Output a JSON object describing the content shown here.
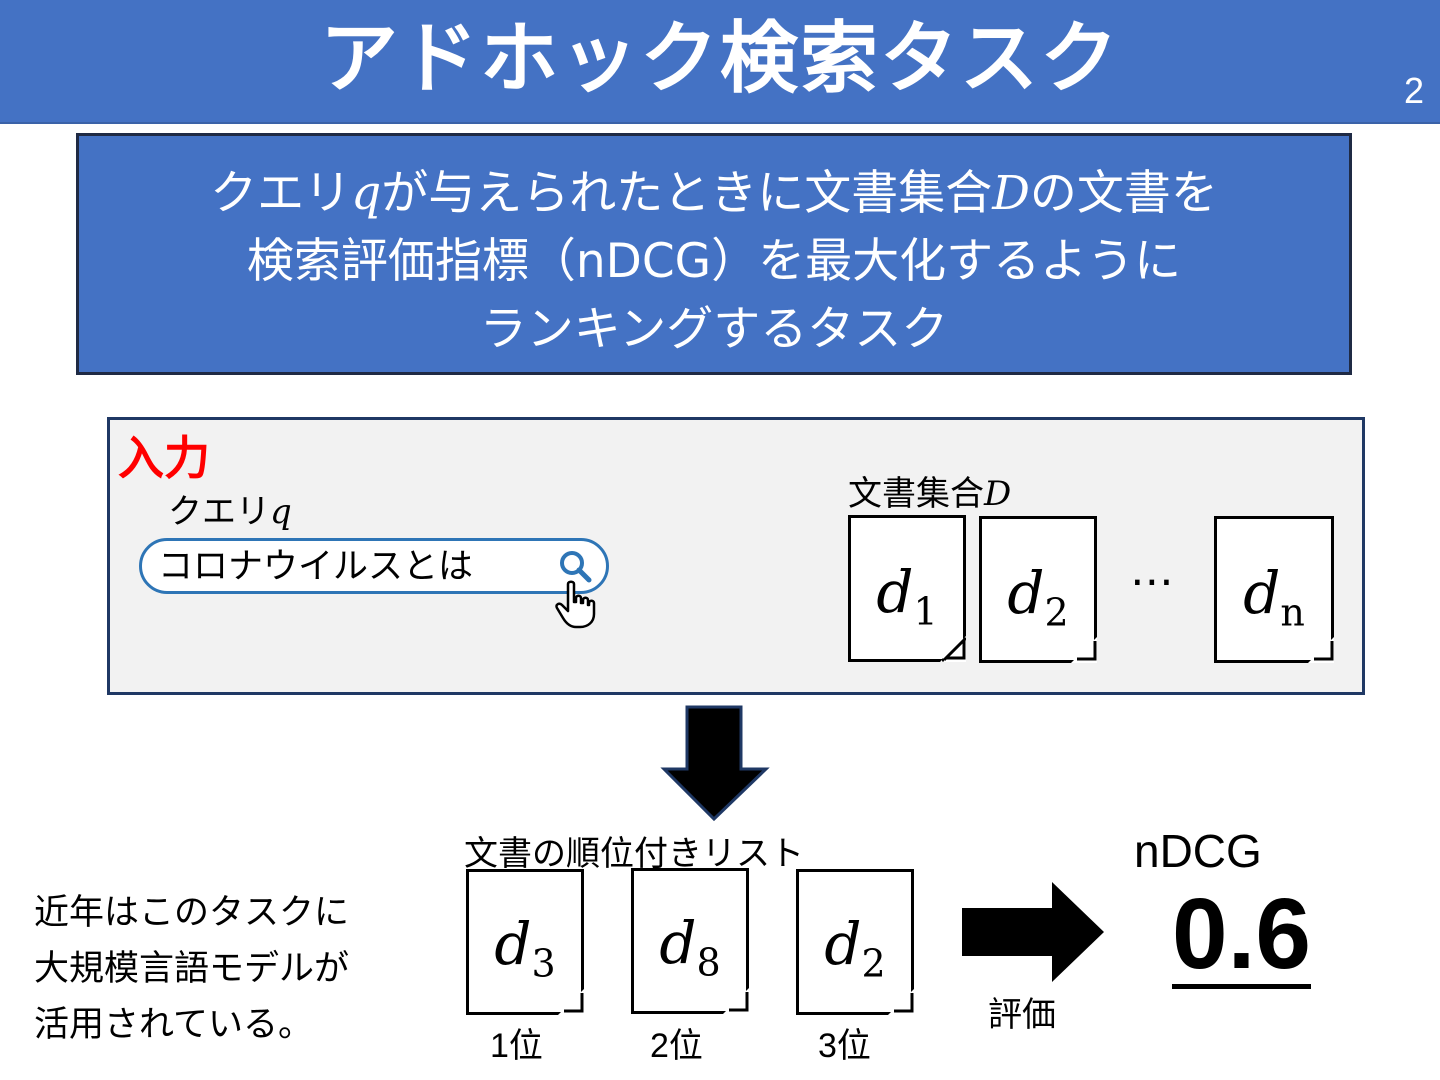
{
  "slide": {
    "title": "アドホック検索タスク",
    "page_number": "2"
  },
  "definition": {
    "line1_a": "クエリ",
    "line1_q": "q",
    "line1_b": "が与えられたときに文書集合",
    "line1_D": "D",
    "line1_c": "の文書を",
    "line2": "検索評価指標（nDCG）を最大化するように",
    "line3": "ランキングするタスク"
  },
  "input": {
    "heading": "入力",
    "query_label": "クエリ",
    "query_symbol": "q",
    "search_value": "コロナウイルスとは",
    "docset_label": "文書集合",
    "docset_symbol": "D",
    "docs": [
      {
        "base": "d",
        "sub": "1"
      },
      {
        "base": "d",
        "sub": "2"
      },
      {
        "base": "d",
        "sub": "n"
      }
    ],
    "ellipsis": "⋯"
  },
  "output": {
    "list_label": "文書の順位付きリスト",
    "ranked": [
      {
        "base": "d",
        "sub": "3",
        "rank": "1位"
      },
      {
        "base": "d",
        "sub": "8",
        "rank": "2位"
      },
      {
        "base": "d",
        "sub": "2",
        "rank": "3位"
      }
    ],
    "eval_label": "評価",
    "metric_name": "nDCG",
    "metric_value": "0.6"
  },
  "note": {
    "line1": "近年はこのタスクに",
    "line2": "大規模言語モデルが",
    "line3": "活用されている。"
  },
  "colors": {
    "primary_blue": "#4472c4",
    "heading_red": "#ff0000",
    "search_border": "#2e75b6"
  },
  "icons": [
    "search-icon",
    "pointer-hand-icon",
    "down-arrow-icon",
    "right-arrow-icon"
  ]
}
